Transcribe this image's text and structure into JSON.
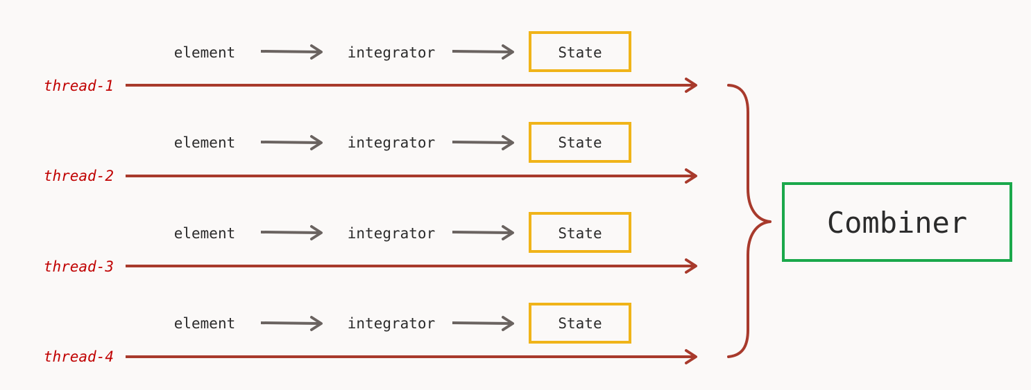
{
  "colors": {
    "background": "#fbf9f8",
    "thread_arrow": "#a83a2c",
    "flow_arrow": "#6a6360",
    "thread_label": "#c00000",
    "state_border": "#f0b419",
    "combiner_border": "#1aa84b",
    "brace": "#a83a2c",
    "text": "#2b2b2b"
  },
  "rows": [
    {
      "element": "element",
      "integrator": "integrator",
      "state": "State",
      "thread": "thread-1"
    },
    {
      "element": "element",
      "integrator": "integrator",
      "state": "State",
      "thread": "thread-2"
    },
    {
      "element": "element",
      "integrator": "integrator",
      "state": "State",
      "thread": "thread-3"
    },
    {
      "element": "element",
      "integrator": "integrator",
      "state": "State",
      "thread": "thread-4"
    }
  ],
  "combiner": {
    "label": "Combiner"
  }
}
